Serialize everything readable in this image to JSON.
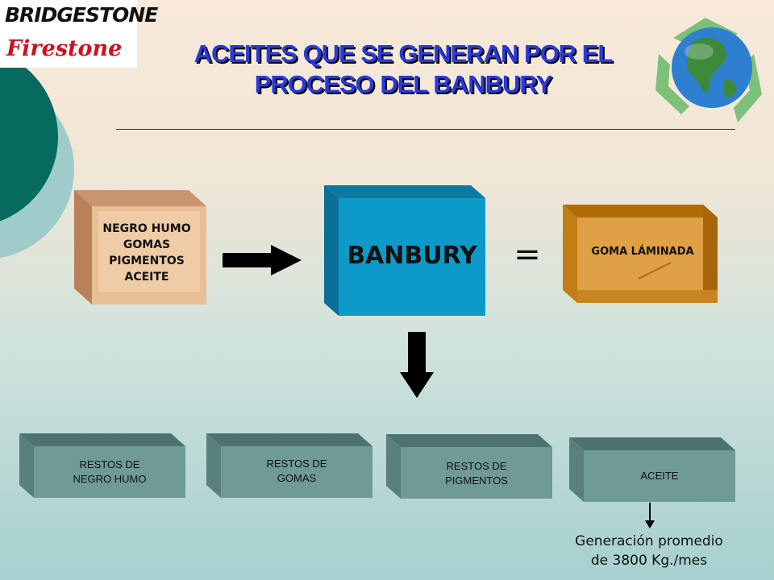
{
  "header": {
    "brand_1": "BRIDGESTONE",
    "brand_2": "Firestone",
    "title_line_1": "ACEITES QUE SE GENERAN POR EL",
    "title_line_2": "PROCESO DEL BANBURY"
  },
  "diagram": {
    "inputs": [
      "NEGRO HUMO",
      "GOMAS",
      "PIGMENTOS",
      "ACEITE"
    ],
    "process_label": "BANBURY",
    "equals_sign": "=",
    "output_label": "GOMA LÁMINADA",
    "residues": [
      {
        "line_1": "RESTOS DE",
        "line_2": "NEGRO HUMO"
      },
      {
        "line_1": "RESTOS DE",
        "line_2": "GOMAS"
      },
      {
        "line_1": "RESTOS DE",
        "line_2": "PIGMENTOS"
      },
      {
        "line_1": "ACEITE",
        "line_2": ""
      }
    ],
    "note_line_1": "Generación promedio",
    "note_line_2": "de 3800 Kg./mes"
  },
  "colors": {
    "title": "#2a3ad8",
    "input_box": "#e8bf95",
    "process_box": "#0d9ac9",
    "output_box": "#e0a045",
    "residue_box": "#6f9a96",
    "decor_dark": "#066a5e",
    "decor_light": "#9fcbcb"
  },
  "icons": [
    "globe-recycle-icon",
    "right-arrow-icon",
    "down-arrow-icon"
  ]
}
